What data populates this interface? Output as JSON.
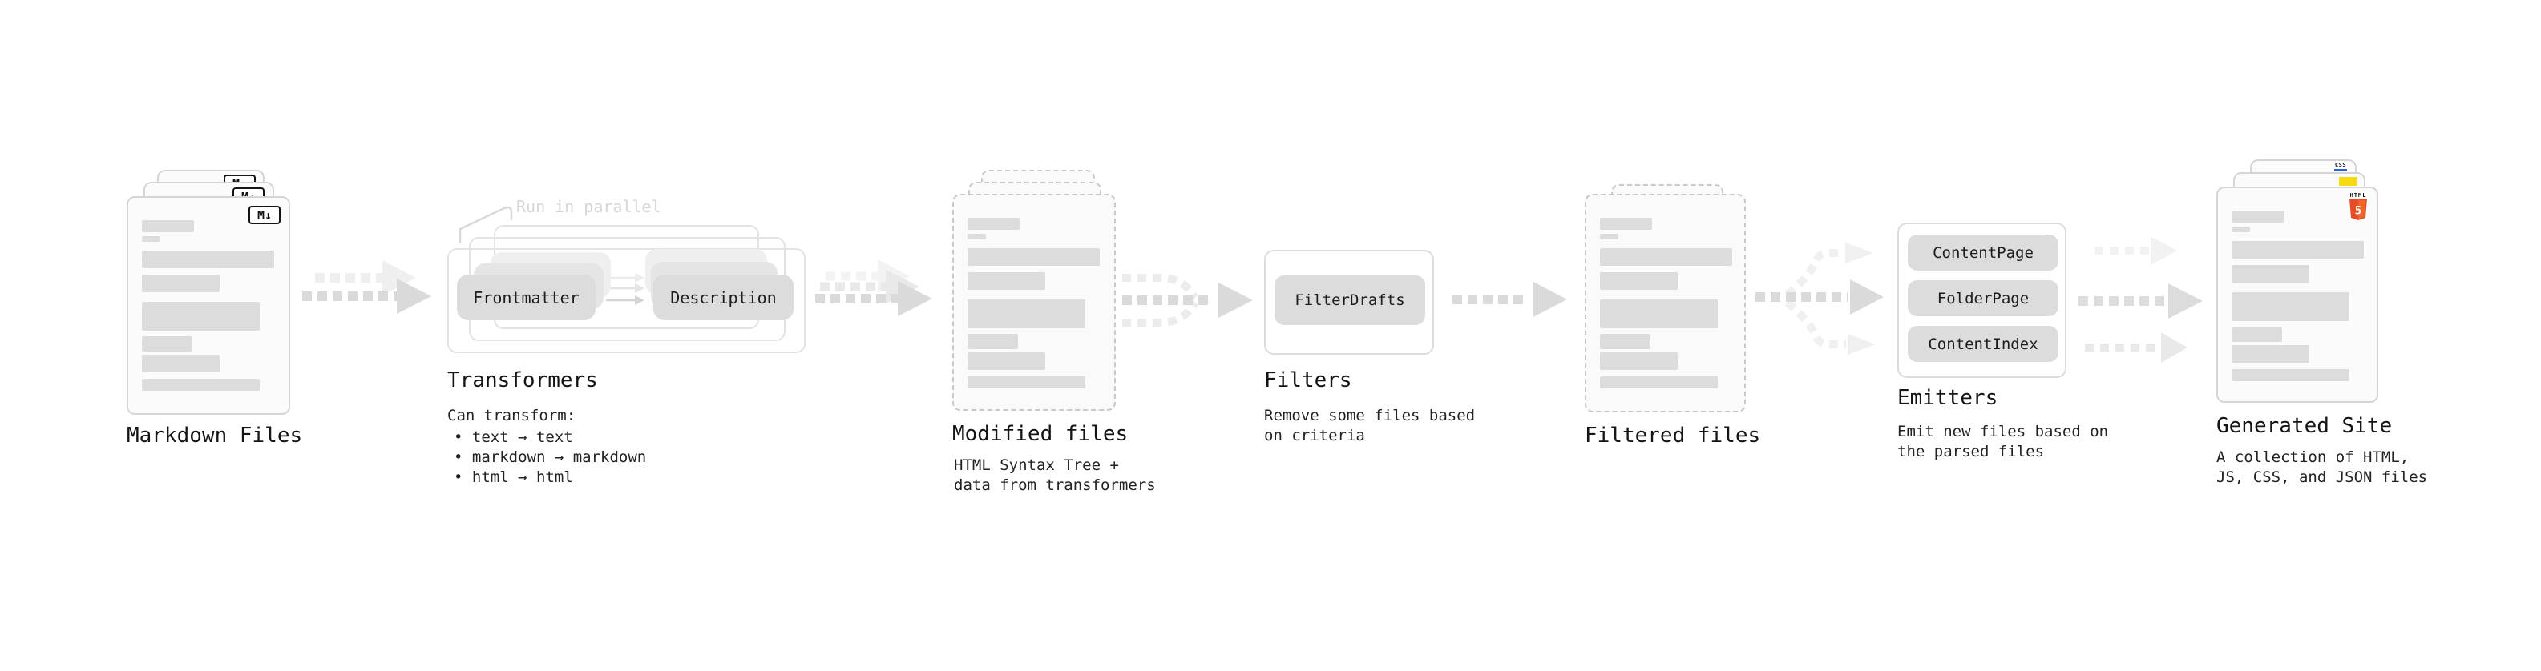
{
  "stages": {
    "markdown": {
      "title": "Markdown Files"
    },
    "transformers": {
      "title": "Transformers",
      "description": "Can transform:",
      "bullet1": "• text → text",
      "bullet2": "• markdown → markdown",
      "bullet3": "• html → html",
      "pill_left": "Frontmatter",
      "pill_right": "Description",
      "annotation": "Run in parallel"
    },
    "modified": {
      "title": "Modified files",
      "description_line1": "HTML Syntax Tree +",
      "description_line2": "data from transformers"
    },
    "filters": {
      "title": "Filters",
      "description_line1": "Remove some files based",
      "description_line2": "on criteria",
      "pill": "FilterDrafts"
    },
    "filtered": {
      "title": "Filtered files"
    },
    "emitters": {
      "title": "Emitters",
      "description_line1": "Emit new files based on",
      "description_line2": "the parsed files",
      "pill1": "ContentPage",
      "pill2": "FolderPage",
      "pill3": "ContentIndex"
    },
    "generated": {
      "title": "Generated Site",
      "description_line1": "A collection of HTML,",
      "description_line2": "JS, CSS, and JSON files"
    }
  },
  "icons": {
    "markdown_badge": "M↓",
    "html5_logo_text": "HTML",
    "html5_logo_number": "5",
    "css_logo_text": "CSS"
  },
  "colors": {
    "html5_orange": "#E44D26",
    "html5_orange_light": "#F16529",
    "js_yellow": "#F5DB13",
    "css_blue": "#2862E9",
    "arrow_gray": "#DADADA",
    "arrow_gray_light": "#ECECEC",
    "arrow_gray_faint": "#F2F2F2",
    "card_border": "#D5D5D5",
    "bar_gray": "#DCDCDC",
    "annotation_gray": "#D6D6D6",
    "text_dark": "#1C1C1C"
  }
}
